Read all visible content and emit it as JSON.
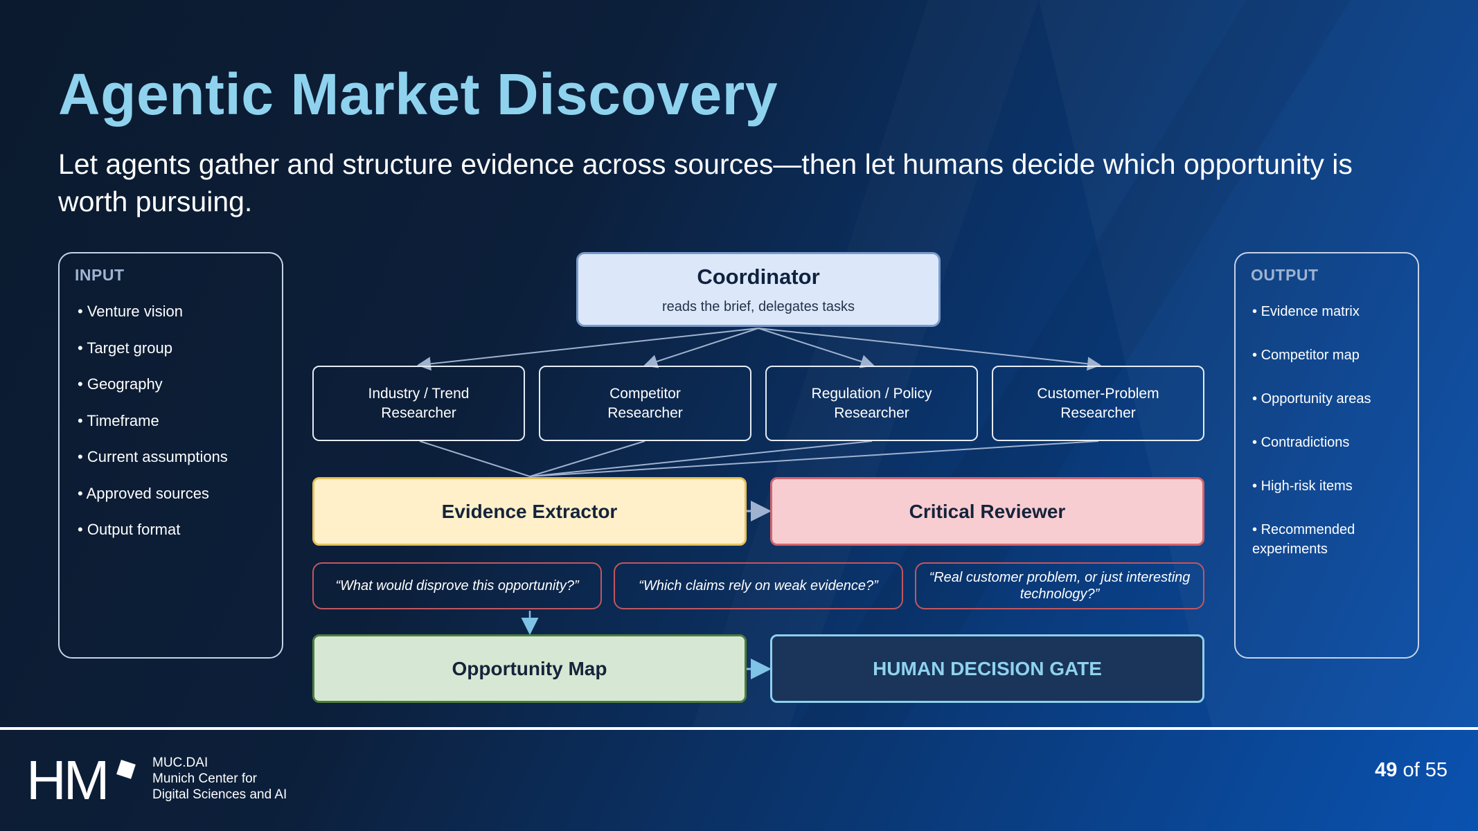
{
  "slide": {
    "title": "Agentic Market Discovery",
    "subtitle": "Let agents gather and structure evidence across sources—then let humans decide which opportunity is worth pursuing."
  },
  "input_panel": {
    "heading": "INPUT",
    "items": [
      "Venture vision",
      "Target group",
      "Geography",
      "Timeframe",
      "Current assumptions",
      "Approved sources",
      "Output format"
    ]
  },
  "output_panel": {
    "heading": "OUTPUT",
    "items": [
      "Evidence matrix",
      "Competitor map",
      "Opportunity areas",
      "Contradictions",
      "High-risk items",
      "Recommended experiments"
    ]
  },
  "coordinator": {
    "title": "Coordinator",
    "subtitle": "reads the brief, delegates tasks"
  },
  "researchers": [
    {
      "label": "Industry / Trend\nResearcher"
    },
    {
      "label": "Competitor\nResearcher"
    },
    {
      "label": "Regulation / Policy\nResearcher"
    },
    {
      "label": "Customer-Problem\nResearcher"
    }
  ],
  "evidence_extractor": {
    "label": "Evidence Extractor"
  },
  "critical_reviewer": {
    "label": "Critical Reviewer"
  },
  "questions": [
    "“What would disprove this opportunity?”",
    "“Which claims rely on weak evidence?”",
    "“Real customer problem, or just interesting technology?”"
  ],
  "opportunity_map": {
    "label": "Opportunity Map"
  },
  "human_gate": {
    "label": "HUMAN DECISION GATE"
  },
  "footer": {
    "logo_text": "HM",
    "org_lines": [
      "MUC.DAI",
      "Munich Center for",
      "Digital Sciences and AI"
    ],
    "page_current": "49",
    "page_of": "of 55"
  },
  "colors": {
    "title": "#8fd2ee",
    "coordinator_fill": "#dce8fa",
    "extractor_fill": "#fff0c9",
    "reviewer_fill": "#f8cdd1",
    "opportunity_fill": "#d6e8d3",
    "gate_fill": "#1a3559",
    "gate_text": "#8fd2ee",
    "question_border": "#c2575f"
  }
}
